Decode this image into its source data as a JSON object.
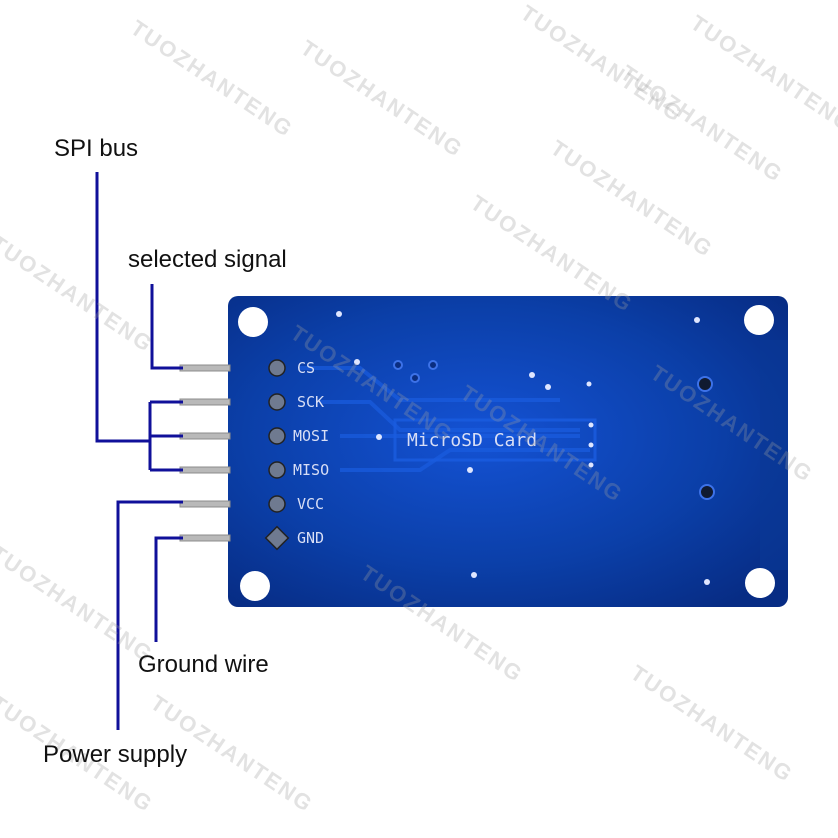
{
  "watermark": "TUOZHANTENG",
  "board": {
    "silkscreen_title": "MicroSD Card",
    "pins": [
      {
        "label": "CS"
      },
      {
        "label": "SCK"
      },
      {
        "label": "MOSI"
      },
      {
        "label": "MISO"
      },
      {
        "label": "VCC"
      },
      {
        "label": "GND"
      }
    ]
  },
  "callouts": {
    "spi_bus": "SPI bus",
    "selected_signal": "selected signal",
    "ground_wire": "Ground wire",
    "power_supply": "Power supply"
  },
  "colors": {
    "board": "#0b3fa8",
    "board_dark": "#07287a",
    "leader_line": "#10109a",
    "silkscreen": "#d8def5",
    "header_pin": "#b9b9b9"
  }
}
